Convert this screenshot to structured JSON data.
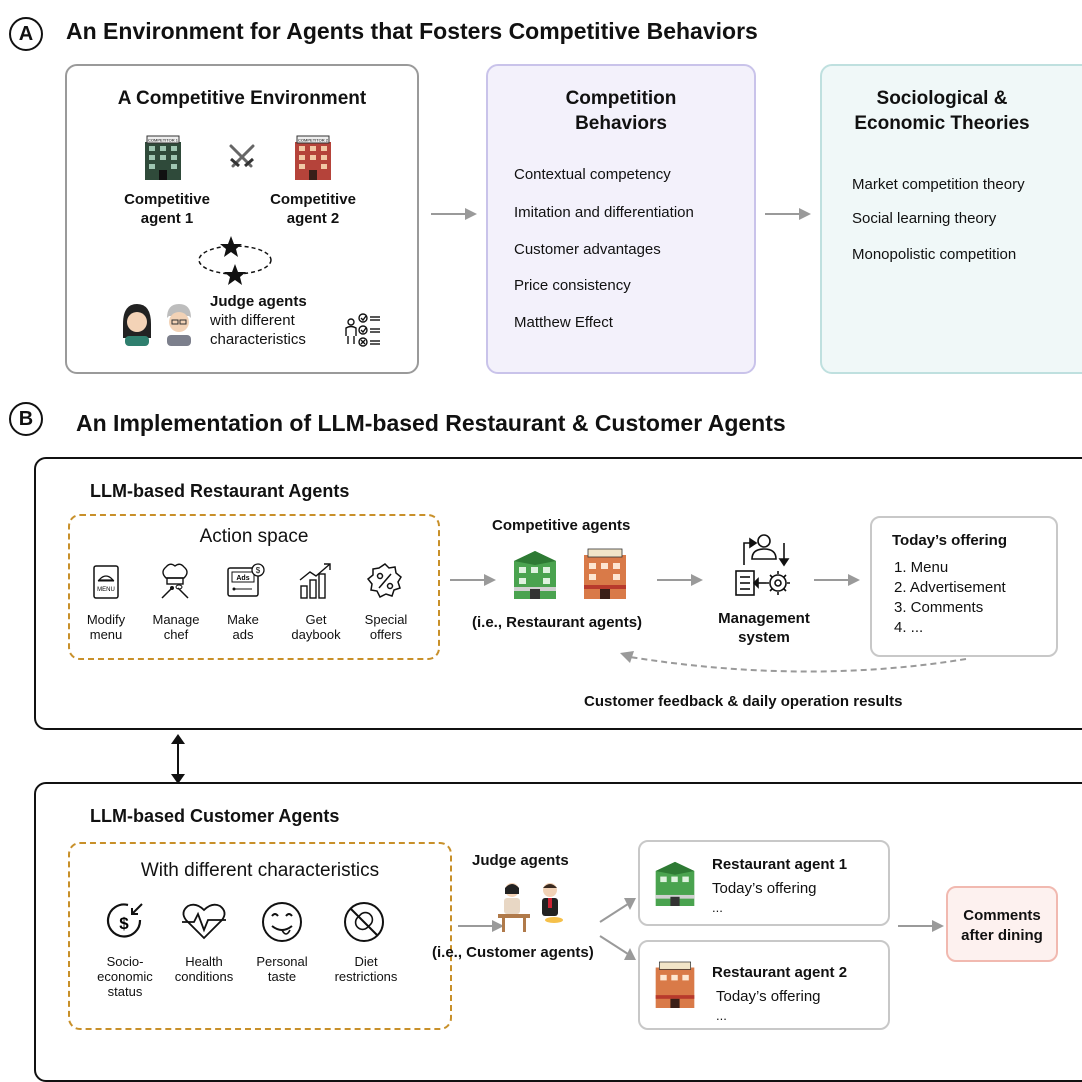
{
  "sectionA": {
    "badge": "A",
    "title": "An Environment for Agents that Fosters Competitive Behaviors",
    "box1": {
      "title": "A Competitive Environment",
      "agent1": [
        "Competitive",
        "agent 1"
      ],
      "agent2": [
        "Competitive",
        "agent 2"
      ],
      "judge_bold": "Judge agents",
      "judge_rest": [
        "with different",
        "characteristics"
      ],
      "sign1": "COMPETITOR 1",
      "sign2": "COMPETITOR 2"
    },
    "box2": {
      "title": [
        "Competition",
        "Behaviors"
      ],
      "items": [
        "Contextual competency",
        "Imitation and differentiation",
        "Customer advantages",
        "Price consistency",
        "Matthew Effect"
      ]
    },
    "box3": {
      "title": [
        "Sociological &",
        "Economic Theories"
      ],
      "items": [
        "Market competition theory",
        "Social learning theory",
        "Monopolistic competition"
      ]
    }
  },
  "sectionB": {
    "badge": "B",
    "title": "An Implementation of LLM-based Restaurant & Customer Agents",
    "restaurant": {
      "title": "LLM-based Restaurant Agents",
      "action_space": "Action space",
      "actions": [
        {
          "icon": "menu-icon",
          "label": [
            "Modify",
            "menu"
          ],
          "glyph": "MENU"
        },
        {
          "icon": "chef-icon",
          "label": [
            "Manage",
            "chef"
          ]
        },
        {
          "icon": "ads-icon",
          "label": [
            "Make",
            "ads"
          ],
          "glyph": "Ads"
        },
        {
          "icon": "daybook-icon",
          "label": [
            "Get",
            "daybook"
          ]
        },
        {
          "icon": "percent-icon",
          "label": [
            "Special",
            "offers"
          ]
        }
      ],
      "competitive_agents": "Competitive agents",
      "competitive_sub": "(i.e., Restaurant agents)",
      "management": [
        "Management",
        "system"
      ],
      "offering_title": "Today’s offering",
      "offering_items": [
        "1. Menu",
        "2. Advertisement",
        "3. Comments",
        "4. ..."
      ],
      "feedback": "Customer feedback & daily operation results"
    },
    "customer": {
      "title": "LLM-based Customer Agents",
      "chars_title": "With different characteristics",
      "chars": [
        {
          "icon": "socioeconomic-icon",
          "label": [
            "Socio-",
            "economic",
            "status"
          ]
        },
        {
          "icon": "heart-icon",
          "label": [
            "Health",
            "conditions"
          ]
        },
        {
          "icon": "taste-icon",
          "label": [
            "Personal",
            "taste"
          ]
        },
        {
          "icon": "diet-icon",
          "label": [
            "Diet",
            "restrictions"
          ]
        }
      ],
      "judge": "Judge agents",
      "judge_sub": "(i.e., Customer agents)",
      "r1_title": "Restaurant agent 1",
      "r1_sub": "Today’s offering",
      "r1_more": "...",
      "r2_title": "Restaurant agent 2",
      "r2_sub": "Today’s offering",
      "r2_more": "...",
      "comments": [
        "Comments",
        "after dining"
      ]
    }
  },
  "colors": {
    "box2_fill": "#f3f1fb",
    "box2_border": "#c9c3ea",
    "box3_fill": "#f0f8f8",
    "box3_border": "#bfe0df",
    "dash": "#c8902a",
    "comments_fill": "#fdf1ef",
    "comments_border": "#f1b9b0",
    "arrow": "#9a9a9a"
  }
}
